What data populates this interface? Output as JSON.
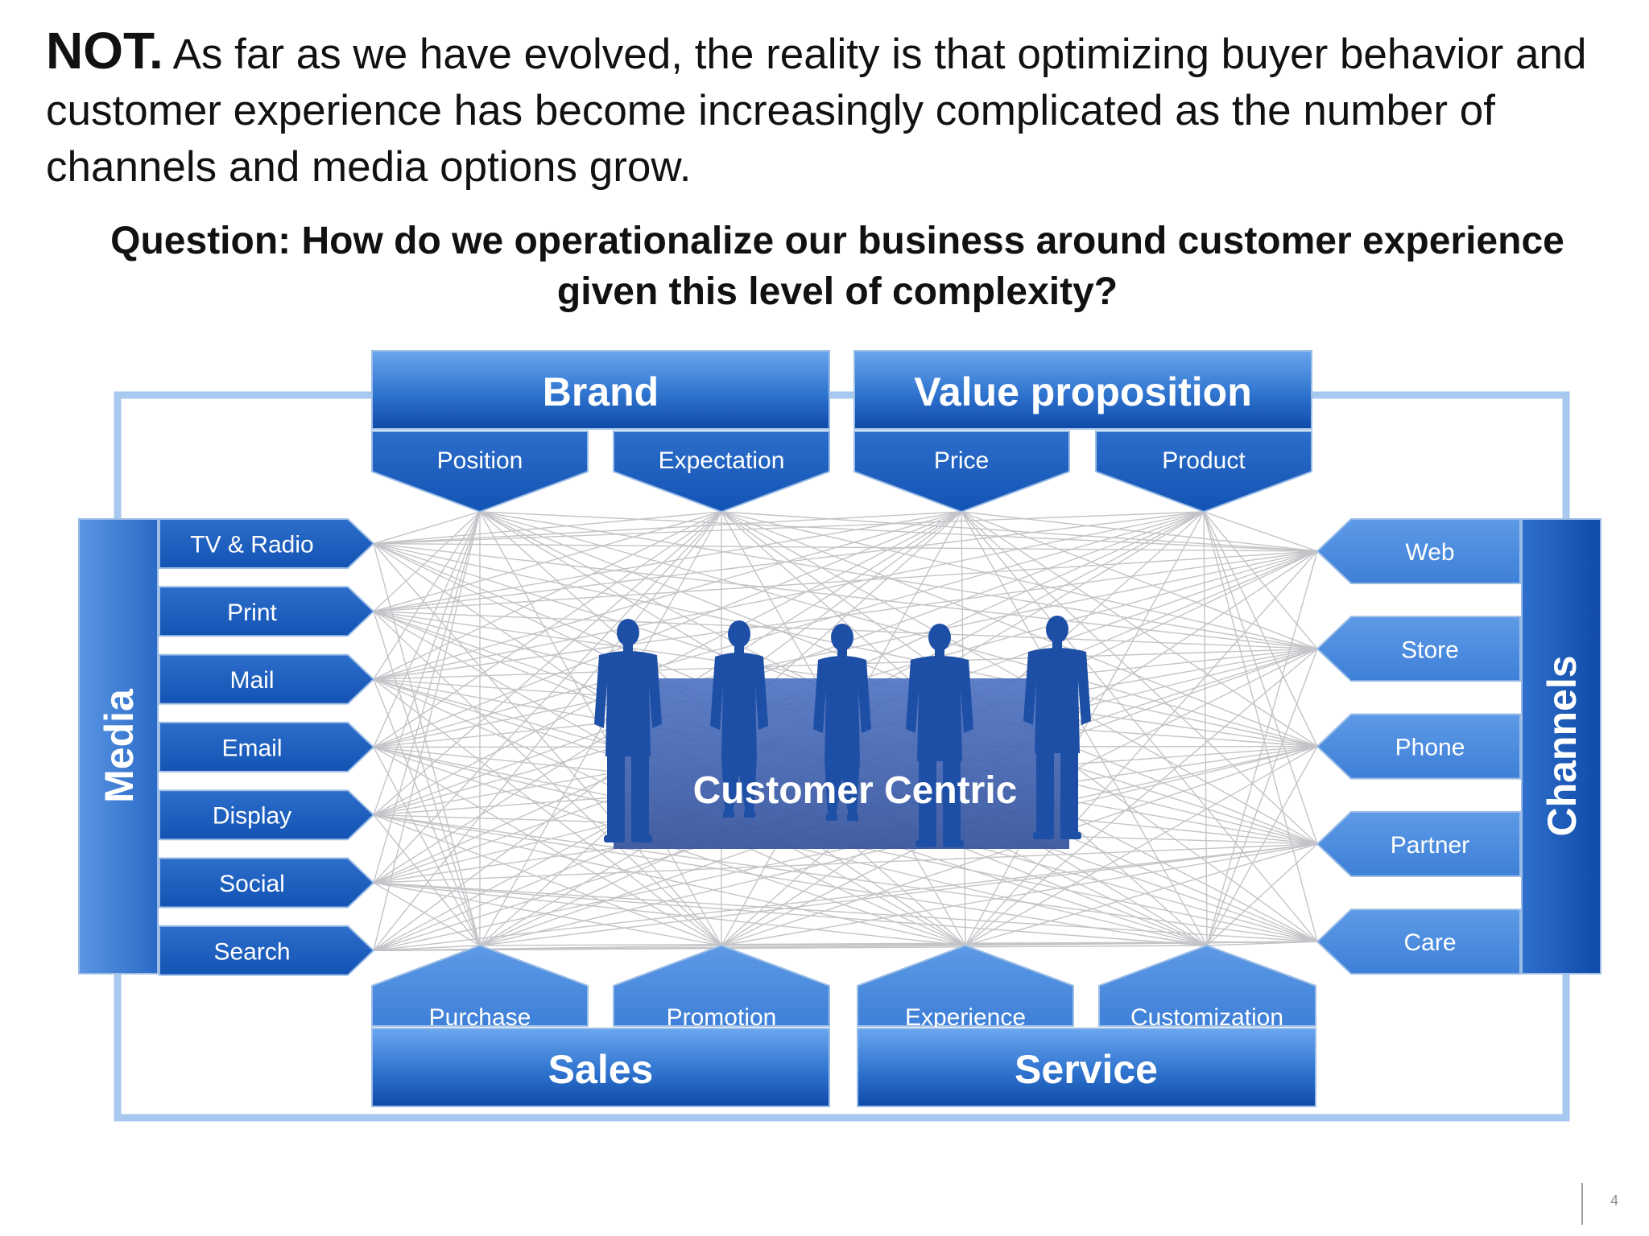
{
  "intro": {
    "lead": "NOT.",
    "text": " As far as we have evolved, the reality is that optimizing buyer behavior and customer experience has become increasingly complicated as the number of channels and media options grow."
  },
  "question": "Question: How do we operationalize our business around customer experience given this level of complexity?",
  "diagram": {
    "center_label": "Customer Centric",
    "brand": {
      "title": "Brand",
      "items": [
        "Position",
        "Expectation"
      ]
    },
    "value_proposition": {
      "title": "Value proposition",
      "items": [
        "Price",
        "Product"
      ]
    },
    "sales": {
      "title": "Sales",
      "items": [
        "Purchase",
        "Promotion"
      ]
    },
    "service": {
      "title": "Service",
      "items": [
        "Experience",
        "Customization"
      ]
    },
    "media": {
      "title": "Media",
      "items": [
        "TV & Radio",
        "Print",
        "Mail",
        "Email",
        "Display",
        "Social",
        "Search"
      ]
    },
    "channels": {
      "title": "Channels",
      "items": [
        "Web",
        "Store",
        "Phone",
        "Partner",
        "Care"
      ]
    },
    "people_count": 5,
    "colors": {
      "dark_blue": "#1256b4",
      "mid_blue": "#3a7fd4",
      "light_blue": "#5b97e6",
      "frame": "#a7c9ef",
      "lines": "#c4c4c8",
      "silhouette": "#1e4fa6"
    }
  },
  "page_number": "4"
}
